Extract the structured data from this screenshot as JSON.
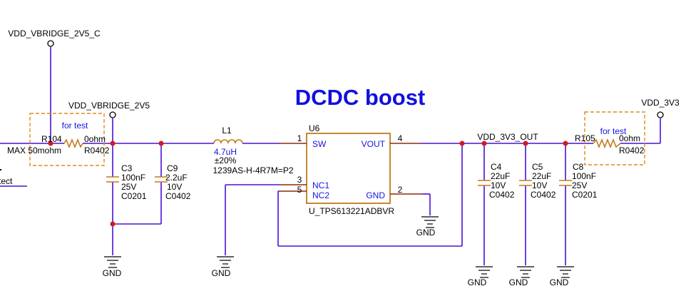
{
  "title": "DCDC boost",
  "nets": {
    "vbridge_c": "VDD_VBRIDGE_2V5_C",
    "vbridge": "VDD_VBRIDGE_2V5",
    "vout3v3": "VDD_3V3_OUT",
    "vdd3v3": "VDD_3V3",
    "gnd": "GND"
  },
  "left_cut": [
    "tect"
  ],
  "max_note": "MAX 50mohm",
  "r104": {
    "ref": "R104",
    "value": "0ohm",
    "pkg": "R0402",
    "note": "for test"
  },
  "r105": {
    "ref": "R105",
    "value": "0ohm",
    "pkg": "R0402",
    "note": "for test"
  },
  "c3": {
    "ref": "C3",
    "lines": [
      "100nF",
      "25V",
      "C0201"
    ]
  },
  "c9": {
    "ref": "C9",
    "lines": [
      "2.2uF",
      "10V",
      "C0402"
    ]
  },
  "c4": {
    "ref": "C4",
    "lines": [
      "22uF",
      "10V",
      "C0402"
    ]
  },
  "c5": {
    "ref": "C5",
    "lines": [
      "22uF",
      "10V",
      "C0402"
    ]
  },
  "c8": {
    "ref": "C8",
    "lines": [
      "100nF",
      "25V",
      "C0201"
    ]
  },
  "l1": {
    "ref": "L1",
    "value": "4.7uH",
    "tol": "±20%",
    "part": "1239AS-H-4R7M=P2"
  },
  "u6": {
    "ref": "U6",
    "part": "U_TPS613221ADBVR",
    "pins": {
      "sw": {
        "num": "1",
        "name": "SW"
      },
      "vout": {
        "num": "4",
        "name": "VOUT"
      },
      "nc1": {
        "num": "3",
        "name": "NC1"
      },
      "nc2": {
        "num": "5",
        "name": "NC2"
      },
      "gnd": {
        "num": "2",
        "name": "GND"
      }
    }
  }
}
